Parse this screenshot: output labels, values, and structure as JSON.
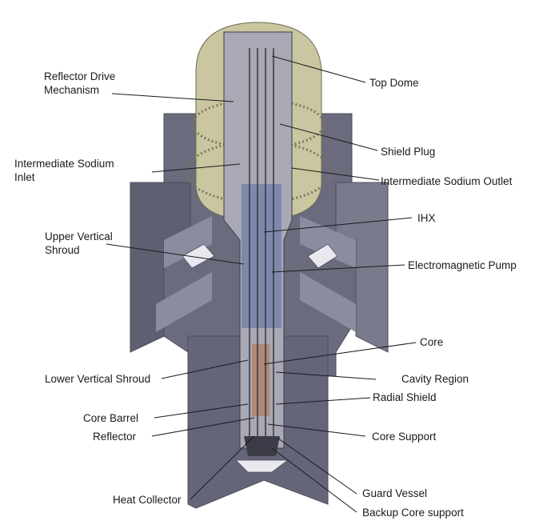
{
  "labels": {
    "reflector_drive_line1": "Reflector Drive",
    "reflector_drive_line2": "Mechanism",
    "top_dome": "Top Dome",
    "shield_plug": "Shield Plug",
    "intermediate_inlet_line1": "Intermediate Sodium",
    "intermediate_inlet_line2": "Inlet",
    "intermediate_outlet": "Intermediate Sodium Outlet",
    "ihx": "IHX",
    "upper_shroud_line1": "Upper Vertical",
    "upper_shroud_line2": "Shroud",
    "em_pump": "Electromagnetic Pump",
    "core": "Core",
    "lower_shroud": "Lower Vertical Shroud",
    "cavity_region": "Cavity Region",
    "radial_shield": "Radial Shield",
    "core_barrel": "Core Barrel",
    "reflector": "Reflector",
    "core_support": "Core Support",
    "heat_collector": "Heat Collector",
    "guard_vessel": "Guard Vessel",
    "backup_core_support": "Backup Core support"
  },
  "colors": {
    "concrete": "#6b6b7e",
    "concrete_dark": "#4e4e5e",
    "concrete_light": "#8c8ca0",
    "dome": "#c9c6a0",
    "steel": "#a9a9b5",
    "steel_dark": "#3c3c48",
    "column_blue": "#6d7ba8",
    "core_orange": "#b8744a"
  }
}
